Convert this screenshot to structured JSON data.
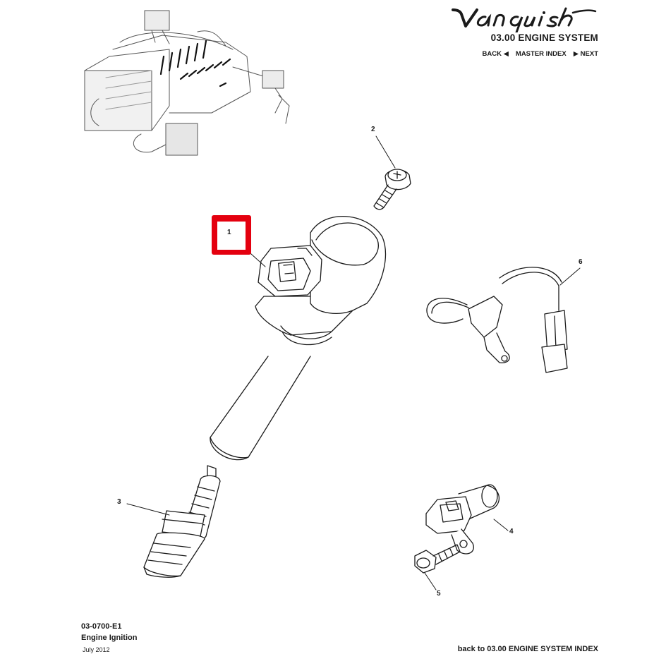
{
  "header": {
    "brand_logo": "Vanquish",
    "section_title": "03.00 ENGINE SYSTEM",
    "nav": {
      "back": "BACK",
      "master_index": "MASTER INDEX",
      "next": "NEXT"
    }
  },
  "callouts": [
    "1",
    "2",
    "3",
    "4",
    "5",
    "6"
  ],
  "highlighted_callout": "1",
  "footer": {
    "code": "03-0700-E1",
    "name": "Engine Ignition",
    "date": "July 2012",
    "back_link": "back to 03.00 ENGINE SYSTEM INDEX"
  },
  "colors": {
    "highlight": "#e4000f",
    "ink": "#1a1a1a"
  }
}
